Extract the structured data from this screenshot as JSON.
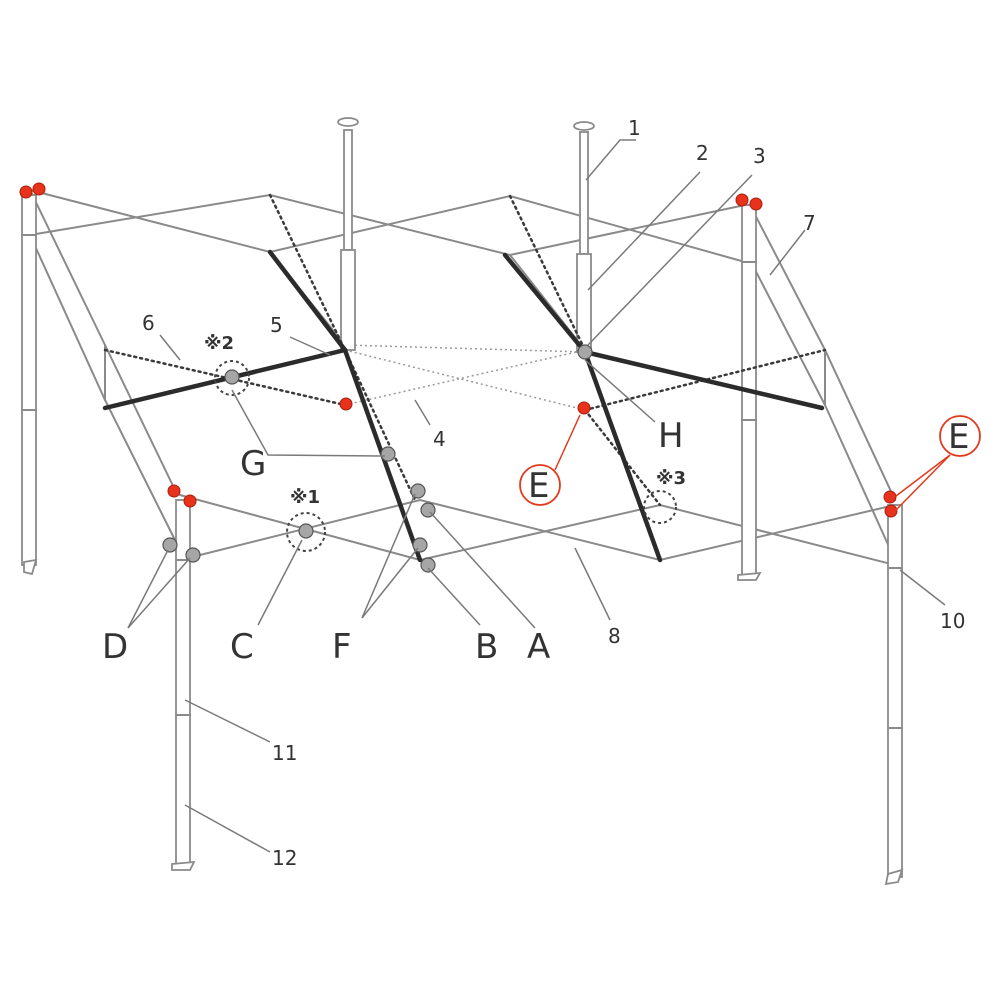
{
  "part_numbers": [
    "1",
    "2",
    "3",
    "4",
    "5",
    "6",
    "7",
    "8",
    "10",
    "11",
    "12"
  ],
  "letters": {
    "A": "A",
    "B": "B",
    "C": "C",
    "D": "D",
    "E": "E",
    "F": "F",
    "G": "G",
    "H": "H"
  },
  "reference_marks": {
    "ref1": "※1",
    "ref2": "※2",
    "ref3": "※3"
  },
  "colors": {
    "red_joint": "#e8321b",
    "gray_joint": "#a6a6a6",
    "frame": "#8a8a8a",
    "dark_bar": "#2b2b2b",
    "callout": "#e03a1e"
  }
}
